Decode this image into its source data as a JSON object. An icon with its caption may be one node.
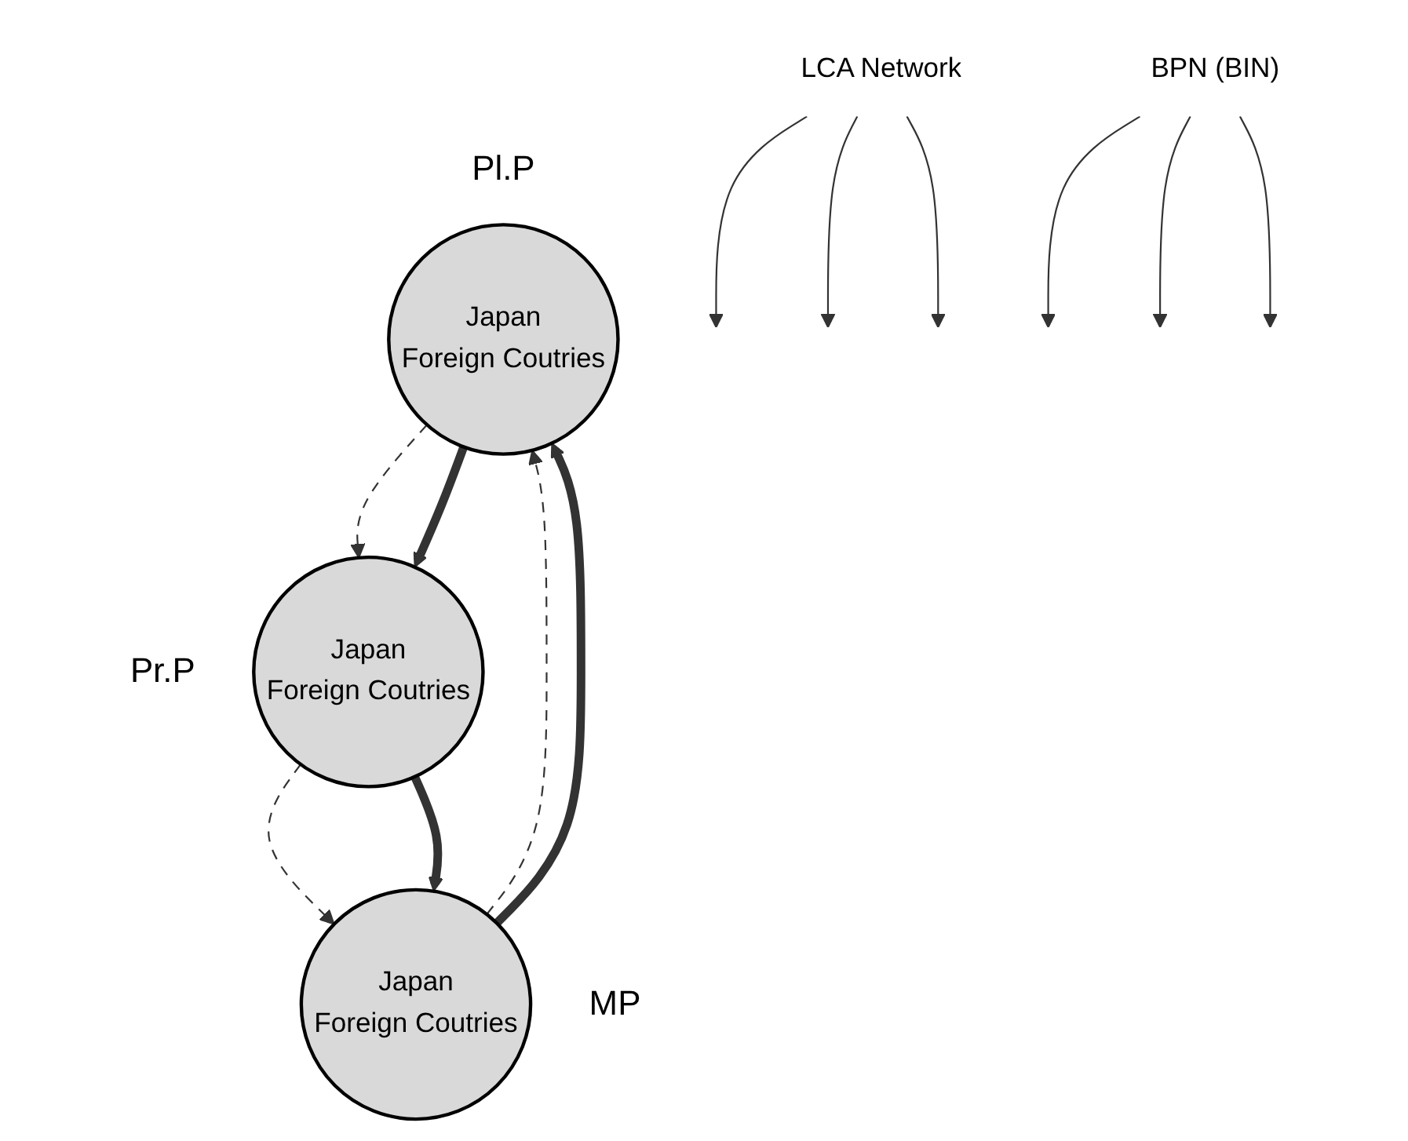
{
  "diagram": {
    "nodes": [
      {
        "text": [
          "Japan",
          "Foreign Coutries"
        ],
        "beside": [
          "Pl.P"
        ]
      },
      {
        "text": [
          "Japan",
          "Foreign Coutries"
        ],
        "beside": [
          "Pr.P"
        ]
      },
      {
        "text": [
          "Japan",
          "Foreign Coutries"
        ],
        "beside": [
          "MP"
        ]
      },
      {
        "text": [
          "LCA Network"
        ]
      },
      {
        "text": [
          "BPN (BIN)"
        ]
      }
    ],
    "edges": [
      {
        "from": 0,
        "to": 1,
        "arrow": "to",
        "style": "dashed"
      },
      {
        "from": 2,
        "to": 0,
        "arrow": "to",
        "style": "dashed"
      },
      {
        "from": 1,
        "to": 2,
        "arrow": "to",
        "style": "dashed"
      },
      {
        "from": 0,
        "to": 1,
        "arrow": "to",
        "style": "thick"
      },
      {
        "from": 1,
        "to": 2,
        "arrow": "to",
        "style": "thick"
      },
      {
        "from": 2,
        "to": 0,
        "arrow": "to",
        "style": "thick"
      },
      {
        "from": 3,
        "to": null,
        "arrow": "to"
      },
      {
        "from": 3,
        "to": null,
        "arrow": "to"
      },
      {
        "from": 3,
        "to": null,
        "arrow": "to"
      },
      {
        "from": 4,
        "to": null,
        "arrow": "to"
      },
      {
        "from": 4,
        "to": null,
        "arrow": "to"
      },
      {
        "from": 4,
        "to": null,
        "arrow": "to"
      }
    ]
  }
}
